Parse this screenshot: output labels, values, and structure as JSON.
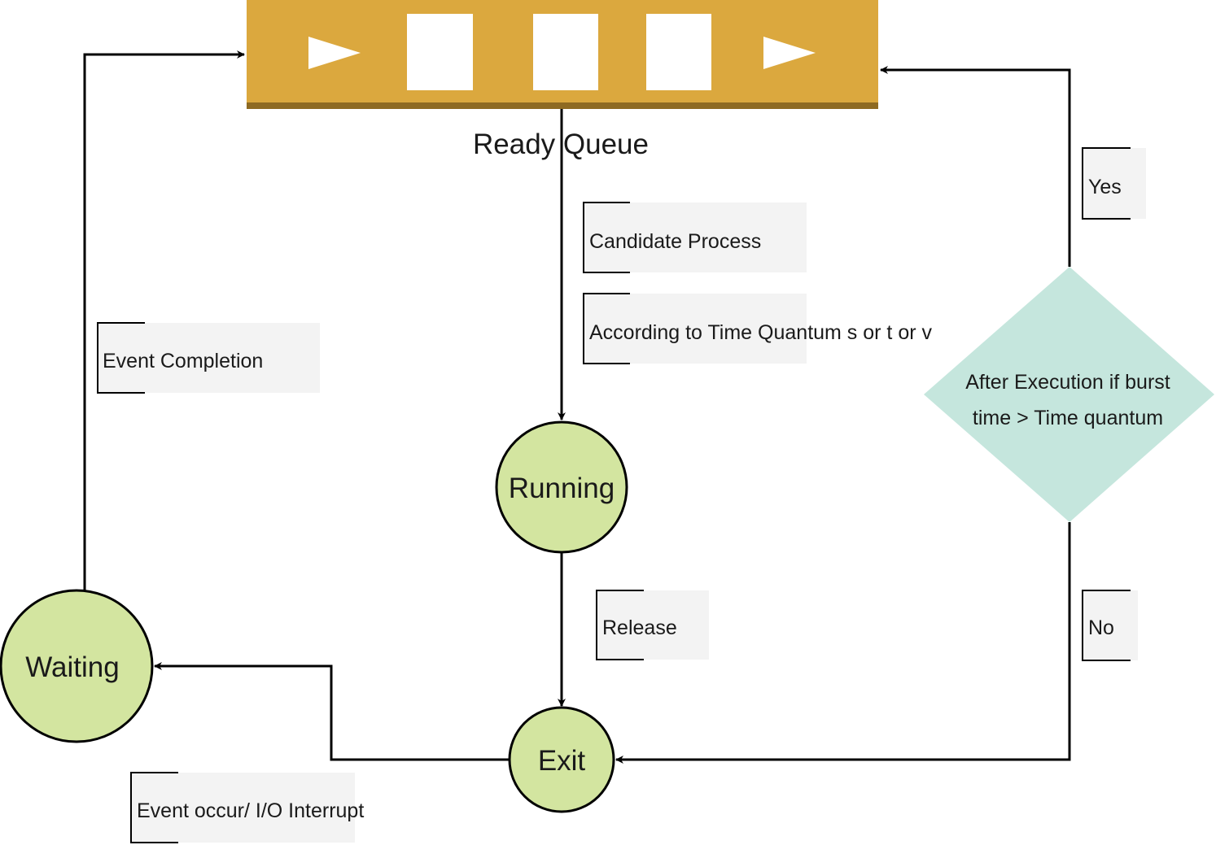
{
  "queue": {
    "label": "Ready Queue",
    "fill_color": "#dba83e",
    "edge_color": "#8e6a22"
  },
  "states": {
    "running": "Running",
    "exit": "Exit",
    "waiting": "Waiting",
    "fill_color": "#d3e5a0",
    "stroke_color": "#000000"
  },
  "decision": {
    "line1": "After Execution if burst",
    "line2": "time > Time quantum",
    "fill_color": "#c5e6dd"
  },
  "annotations": {
    "candidate_process": "Candidate Process",
    "time_quantum": "According to Time Quantum s or t or v",
    "release": "Release",
    "event_completion": "Event Completion",
    "event_occur": "Event occur/ I/O Interrupt",
    "yes": "Yes",
    "no": "No",
    "box_color": "#f3f3f3"
  }
}
